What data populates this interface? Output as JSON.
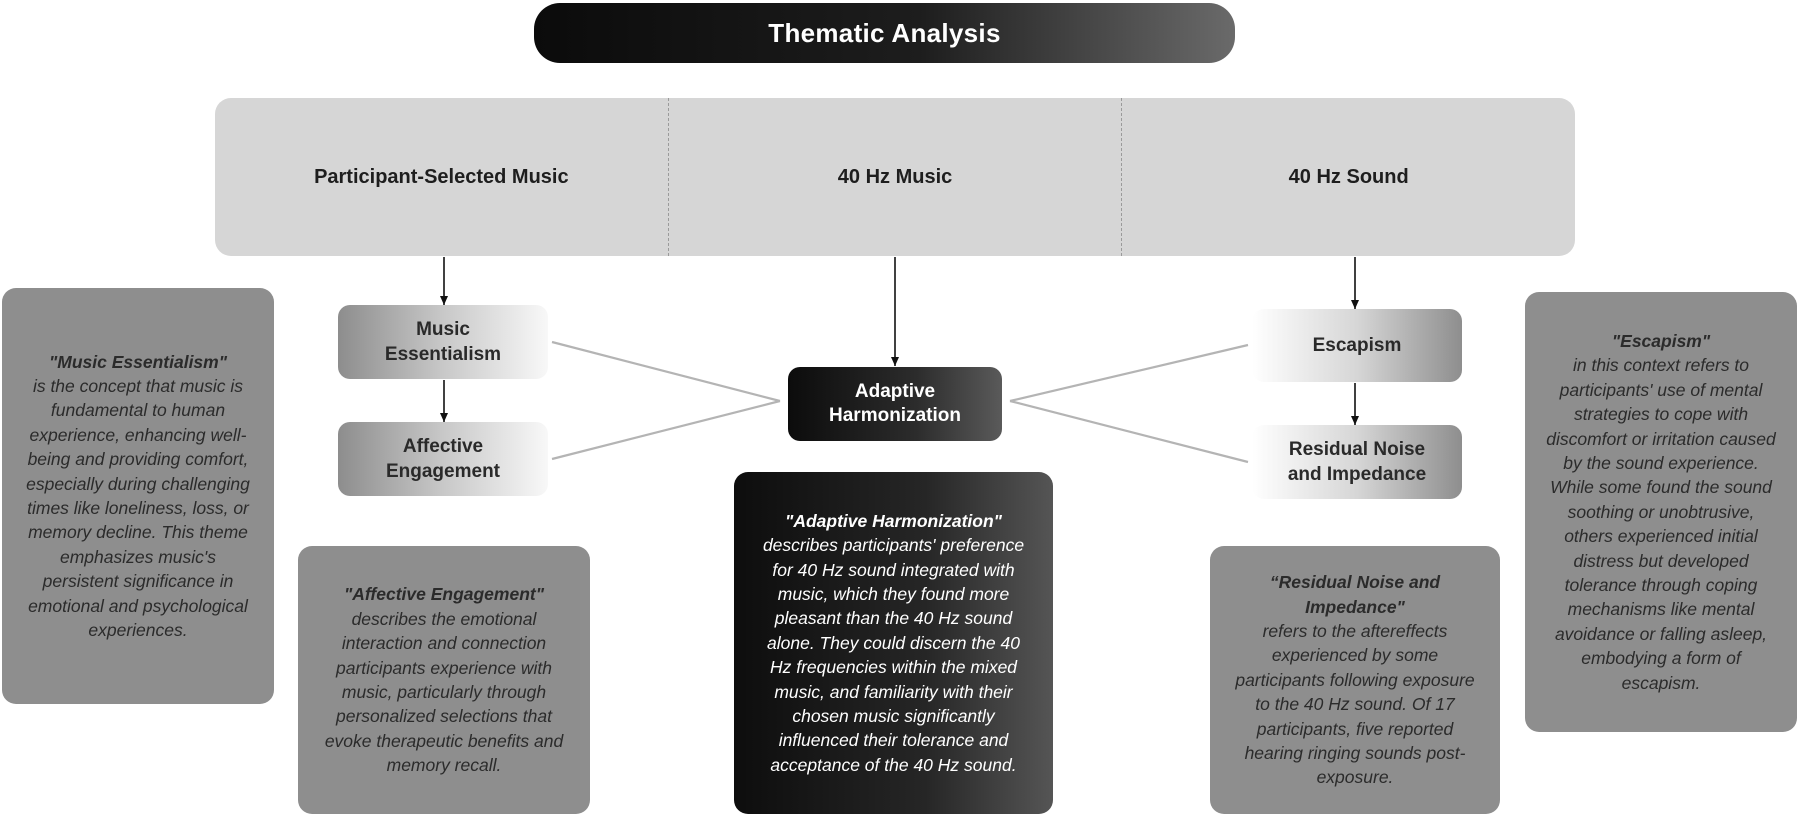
{
  "title": "Thematic Analysis",
  "categories": [
    "Participant-Selected Music",
    "40 Hz Music",
    "40 Hz Sound"
  ],
  "themes": {
    "music_essentialism": "Music Essentialism",
    "affective_engagement": "Affective Engagement",
    "adaptive_harmonization": "Adaptive Harmonization",
    "escapism": "Escapism",
    "residual_noise": "Residual Noise and Impedance"
  },
  "descriptions": {
    "music_essentialism": {
      "term": "\"Music Essentialism\"",
      "text": "is the concept that music is fundamental to human experience, enhancing well-being and providing comfort, especially during challenging times like loneliness, loss, or memory decline. This theme emphasizes music's persistent significance in emotional and psychological experiences."
    },
    "affective_engagement": {
      "term": "\"Affective Engagement\"",
      "text": "describes the emotional interaction and connection participants experience with music, particularly through personalized selections that evoke therapeutic benefits and memory recall."
    },
    "adaptive_harmonization": {
      "term": "\"Adaptive Harmonization\"",
      "text": "describes participants' preference for 40 Hz sound integrated with music, which they found more pleasant than the 40 Hz sound alone. They could discern the 40 Hz frequencies within the mixed music, and familiarity with their chosen music significantly influenced their tolerance and acceptance of the 40 Hz sound."
    },
    "residual_noise": {
      "term": "“Residual Noise and Impedance\"",
      "text": "refers to the aftereffects experienced by some participants following exposure to the 40 Hz sound. Of 17 participants, five reported hearing ringing sounds post-exposure."
    },
    "escapism": {
      "term": "\"Escapism\"",
      "text": "in this context refers to participants' use of mental strategies to cope with discomfort or irritation caused by the sound experience. While some found the sound soothing or unobtrusive, others experienced initial distress but developed tolerance through coping mechanisms like mental avoidance or falling asleep, embodying a form of escapism."
    }
  }
}
